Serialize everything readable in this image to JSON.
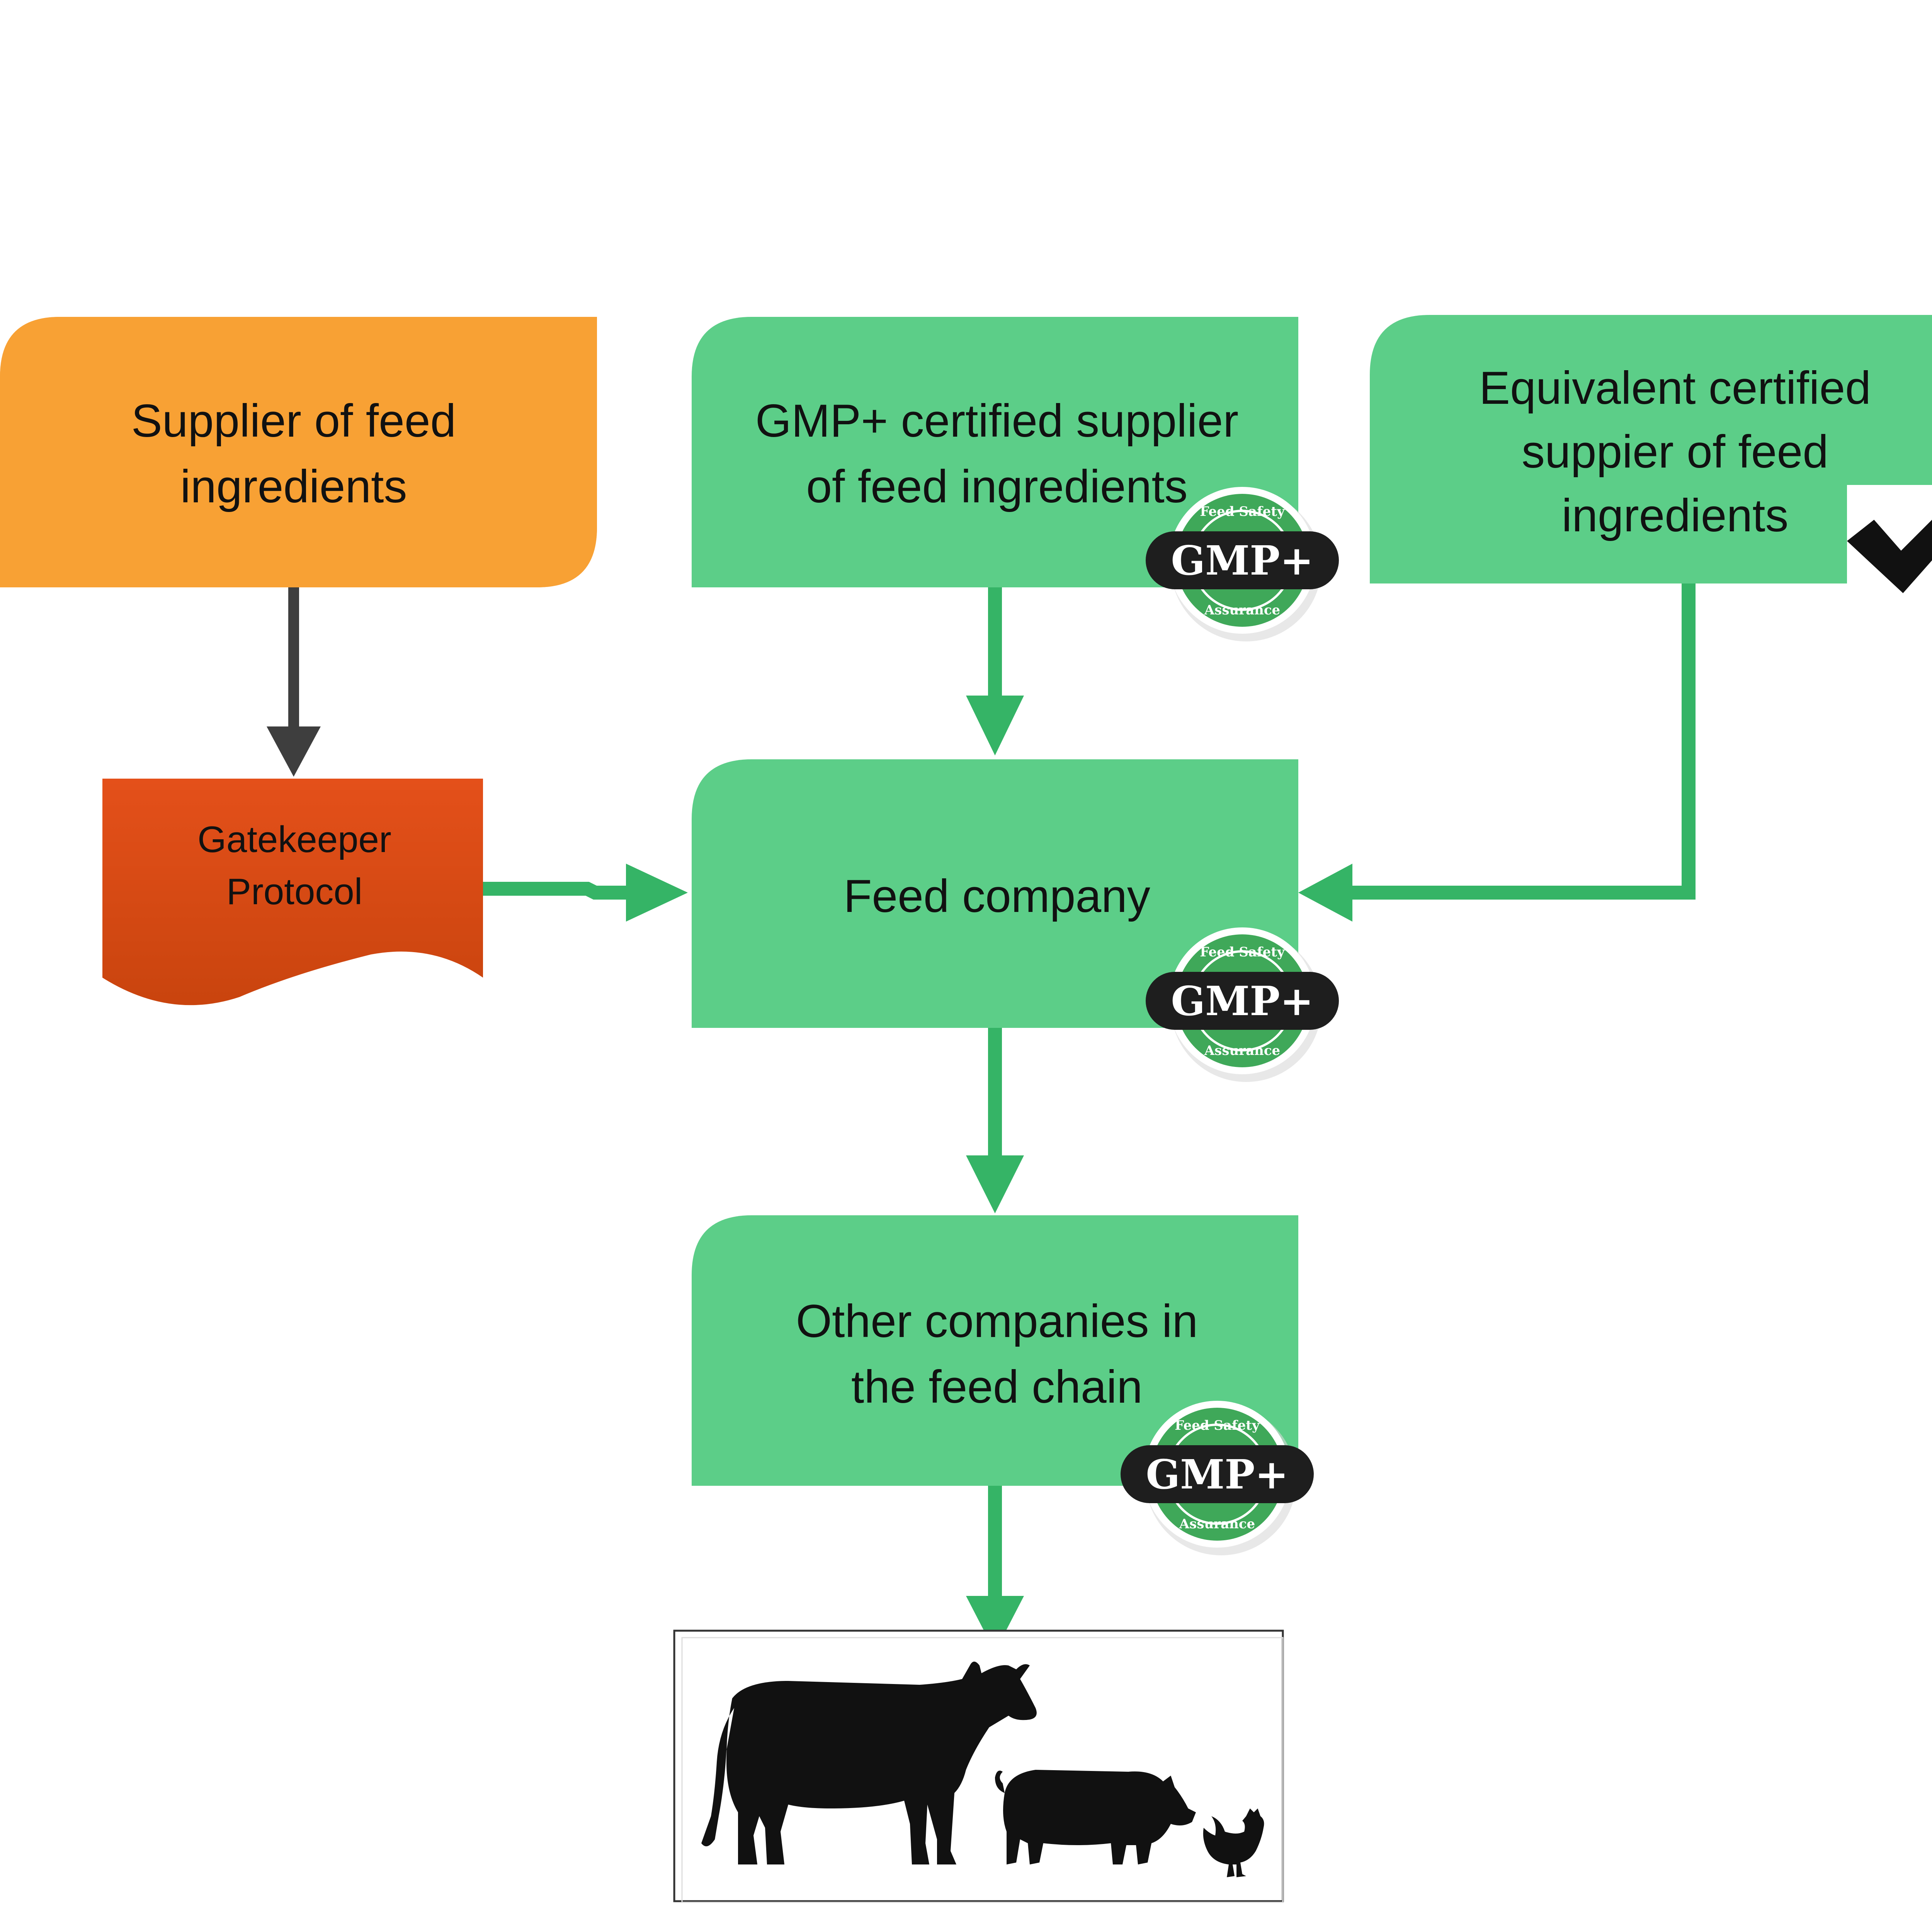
{
  "colors": {
    "orange": "#F8A134",
    "green_box": "#5CCE88",
    "green_arrow": "#35B466",
    "gatekeeper_top": "#E4501A",
    "gatekeeper_bottom": "#C9440E",
    "dark_arrow": "#3E3E3E",
    "badge_black": "#1E1E1E",
    "badge_green": "#3FA859"
  },
  "boxes": {
    "supplier": {
      "line1": "Supplier of feed",
      "line2": "ingredients"
    },
    "gmp_supplier": {
      "line1": "GMP+ certified supplier",
      "line2": "of feed ingredients"
    },
    "equivalent": {
      "line1": "Equivalent certified",
      "line2": "suppier of feed",
      "line3": "ingredients"
    },
    "gatekeeper": {
      "line1": "Gatekeeper",
      "line2": "Protocol"
    },
    "feed_company": {
      "line1": "Feed company"
    },
    "other_companies": {
      "line1": "Other companies in",
      "line2": "the feed chain"
    }
  },
  "badge": {
    "top": "Feed Safety",
    "main": "GMP+",
    "bottom": "Assurance"
  },
  "icons": [
    "check-icon",
    "cow-icon",
    "pig-icon",
    "chicken-icon",
    "gmp-badge-icon"
  ]
}
